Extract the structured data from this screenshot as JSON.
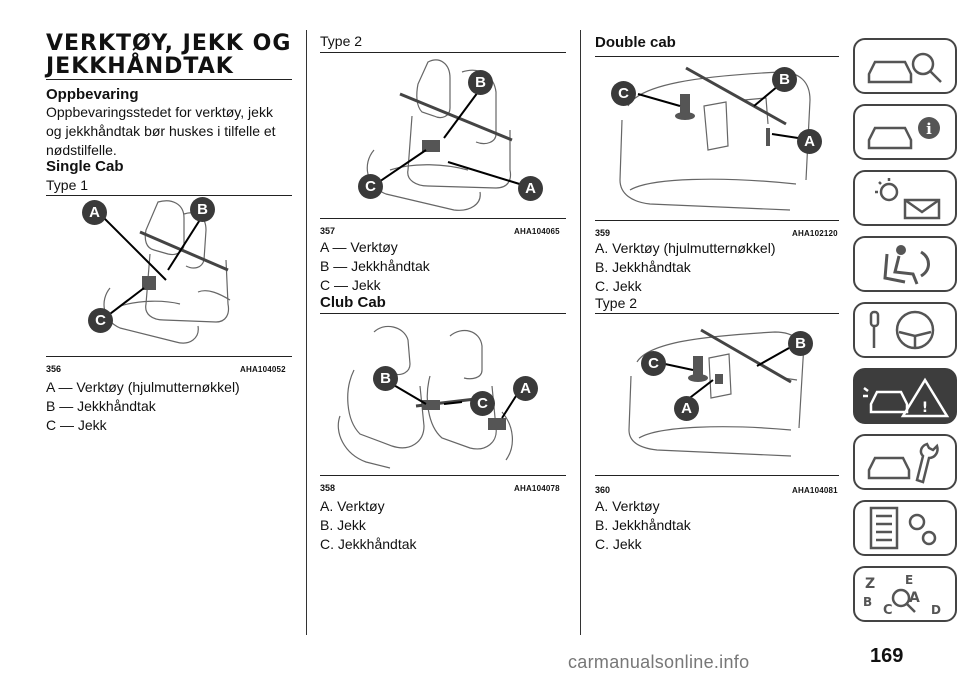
{
  "col1": {
    "title_line1": "VERKTØY, JEKK OG",
    "title_line2": "JEKKHÅNDTAK",
    "storage_heading": "Oppbevaring",
    "storage_text_l1": "Oppbevaringsstedet for verktøy, jekk",
    "storage_text_l2": "og jekkhåndtak bør huskes i tilfelle et",
    "storage_text_l3": "nødstilfelle.",
    "single_cab_heading": "Single Cab",
    "type1_label": "Type 1",
    "fig": {
      "number": "356",
      "code": "AHA104052",
      "labels": [
        "A",
        "B",
        "C"
      ]
    },
    "legend": [
      "A — Verktøy (hjulmutternøkkel)",
      "B — Jekkhåndtak",
      "C — Jekk"
    ]
  },
  "col2": {
    "type2_label": "Type 2",
    "fig1": {
      "number": "357",
      "code": "AHA104065",
      "labels": [
        "B",
        "C",
        "A"
      ]
    },
    "legend1": [
      "A — Verktøy",
      "B — Jekkhåndtak",
      "C — Jekk"
    ],
    "club_cab_heading": "Club Cab",
    "fig2": {
      "number": "358",
      "code": "AHA104078",
      "labels": [
        "B",
        "C",
        "A"
      ]
    },
    "legend2": [
      "A. Verktøy",
      "B. Jekk",
      "C. Jekkhåndtak"
    ]
  },
  "col3": {
    "double_cab_heading": "Double cab",
    "fig1": {
      "number": "359",
      "code": "AHA102120",
      "labels": [
        "C",
        "B",
        "A"
      ]
    },
    "legend1": [
      "A. Verktøy (hjulmutternøkkel)",
      "B. Jekkhåndtak",
      "C. Jekk"
    ],
    "type2_label": "Type 2",
    "fig2": {
      "number": "360",
      "code": "AHA104081",
      "labels": [
        "C",
        "B",
        "A"
      ]
    },
    "legend2": [
      "A. Verktøy",
      "B. Jekkhåndtak",
      "C. Jekk"
    ]
  },
  "side_tabs": [
    {
      "icon": "car-search-icon",
      "active": false
    },
    {
      "icon": "car-info-icon",
      "active": false
    },
    {
      "icon": "warning-light-mail-icon",
      "active": false
    },
    {
      "icon": "seat-airbag-icon",
      "active": false
    },
    {
      "icon": "key-steering-wheel-icon",
      "active": false
    },
    {
      "icon": "car-crash-warning-icon",
      "active": true
    },
    {
      "icon": "car-wrench-icon",
      "active": false
    },
    {
      "icon": "list-gears-icon",
      "active": false
    },
    {
      "icon": "alphabet-index-icon",
      "active": false
    }
  ],
  "page_number": "169",
  "watermark": "carmanualsonline.info"
}
